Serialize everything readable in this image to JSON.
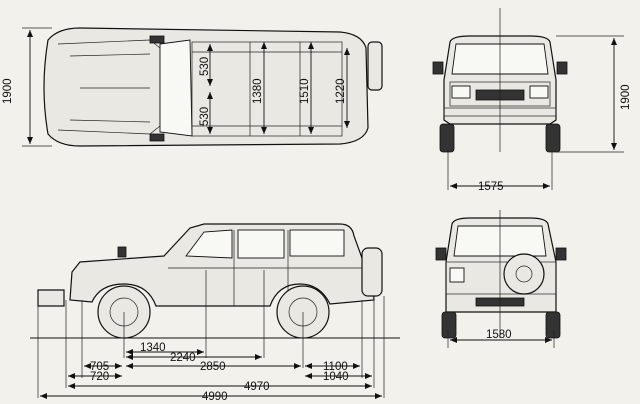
{
  "dimensions": {
    "top_view": {
      "overall_width": "1900",
      "seat_front": "530",
      "seat_rear": "530",
      "cabin_width": "1380",
      "shoulder_width": "1510",
      "interior_width": "1220"
    },
    "front_view": {
      "overall_height": "1900",
      "track_front": "1575"
    },
    "rear_view": {
      "track_rear": "1580"
    },
    "side_view": {
      "front_seat_pos": "1340",
      "rear_seat_pos": "2240",
      "wheelbase": "2850",
      "front_overhang": "705",
      "front_overhang_alt": "720",
      "rear_overhang": "1100",
      "rear_overhang_alt": "1040",
      "length_body": "4970",
      "length_total": "4990"
    }
  }
}
